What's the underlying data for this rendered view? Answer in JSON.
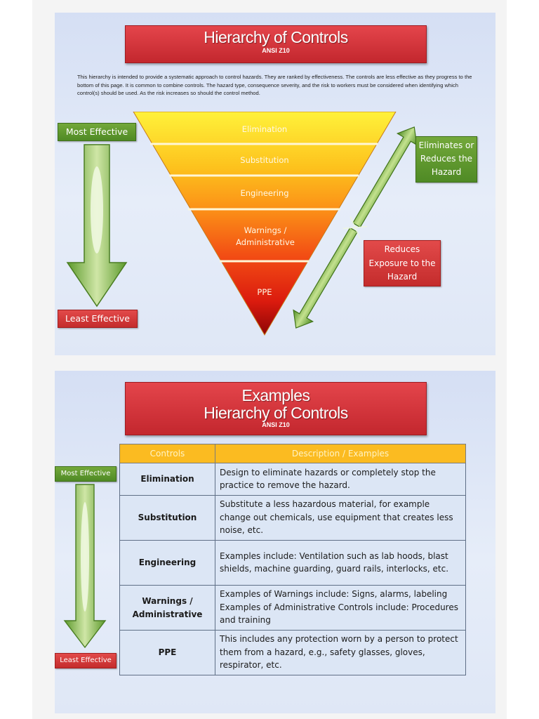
{
  "slide1": {
    "title": "Hierarchy of Controls",
    "subtitle": "ANSI Z10",
    "intro": "This hierarchy is intended to provide a systematic approach to control hazards.  They are ranked by effectiveness.  The controls are less effective as they progress to the bottom of this page.  It is common to combine controls.  The hazard type, consequence severity, and the risk to workers must be considered when identifying which control(s) should be used.  As the risk increases so should the control method.",
    "most_effective": "Most Effective",
    "least_effective": "Least Effective",
    "tiers": [
      "Elimination",
      "Substitution",
      "Engineering",
      "Warnings / Administrative",
      "PPE"
    ],
    "eliminates_label": "Eliminates or Reduces the Hazard",
    "reduces_label": "Reduces Exposure to the Hazard",
    "colors": {
      "green": "#5a9a2f",
      "red": "#d0343a",
      "gold": "#fbbb21"
    }
  },
  "slide2": {
    "title_line1": "Examples",
    "title_line2": "Hierarchy of Controls",
    "subtitle": "ANSI Z10",
    "most_effective": "Most Effective",
    "least_effective": "Least Effective",
    "table": {
      "headers": [
        "Controls",
        "Description / Examples"
      ],
      "rows": [
        {
          "control": "Elimination",
          "description": "Design to eliminate hazards or completely stop the practice to remove the hazard."
        },
        {
          "control": "Substitution",
          "description": "Substitute a less hazardous material, for example change out chemicals, use equipment that creates less noise, etc."
        },
        {
          "control": "Engineering",
          "description": "Examples include: Ventilation such as lab hoods, blast shields, machine guarding, guard rails, interlocks, etc."
        },
        {
          "control": "Warnings / Administrative",
          "description": "Examples of Warnings include: Signs, alarms, labeling Examples of Administrative Controls include: Procedures and training"
        },
        {
          "control": "PPE",
          "description": "This includes any protection worn by a person to protect them from a hazard, e.g., safety glasses, gloves, respirator, etc."
        }
      ]
    }
  }
}
